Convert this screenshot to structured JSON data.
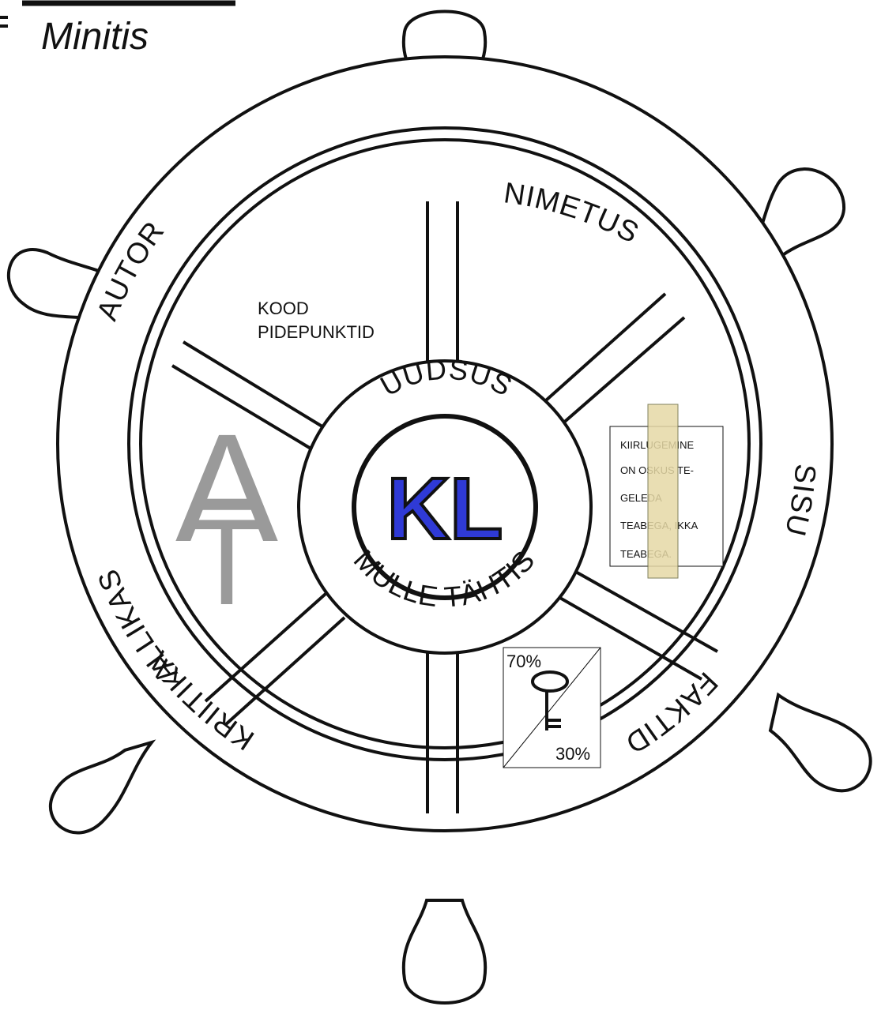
{
  "header": {
    "subtitle": "Minitis"
  },
  "wheel": {
    "ring_labels": {
      "autor": "AUTOR",
      "nimetus": "NIMETUS",
      "sisu": "SISU",
      "faktid": "FAKTID",
      "kriitika": "KRIITIKA",
      "allikas": "ALLIKAS"
    },
    "hub": {
      "top_label": "UUDSUS",
      "bottom_label": "MULLE TÄHTIS",
      "logo": "KL",
      "logo_color": "#2f3ad6"
    }
  },
  "panels": {
    "kood": {
      "line1": "KOOD",
      "line2": "PIDEPUNKTID"
    },
    "card": {
      "lines": [
        "KIIRLUGEMINE",
        "ON OSKUS TE-",
        "GELEDA",
        "TEABEGA, IKKA",
        "TEABEGA."
      ],
      "highlight_color": "#e6d9a6"
    },
    "key_box": {
      "top_pct": "70%",
      "bottom_pct": "30%"
    },
    "at_logo": {
      "letter_a": "A",
      "letter_t": "T",
      "color": "#9a9a9a"
    }
  }
}
